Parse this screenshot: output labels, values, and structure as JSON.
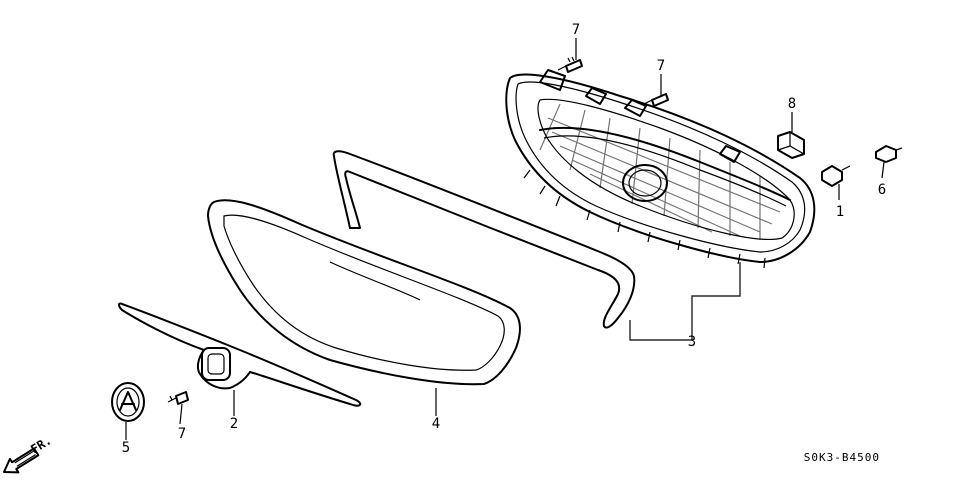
{
  "callouts": {
    "c1": "1",
    "c2": "2",
    "c3": "3",
    "c4": "4",
    "c5": "5",
    "c6": "6",
    "c7a": "7",
    "c7b": "7",
    "c7c": "7",
    "c8": "8"
  },
  "direction_label": "FR.",
  "diagram_code": "S0K3-B4500",
  "icons": {
    "direction": "front-arrow-icon",
    "emblem": "acura-emblem-icon"
  },
  "colors": {
    "line": "#000000",
    "background": "#ffffff"
  }
}
